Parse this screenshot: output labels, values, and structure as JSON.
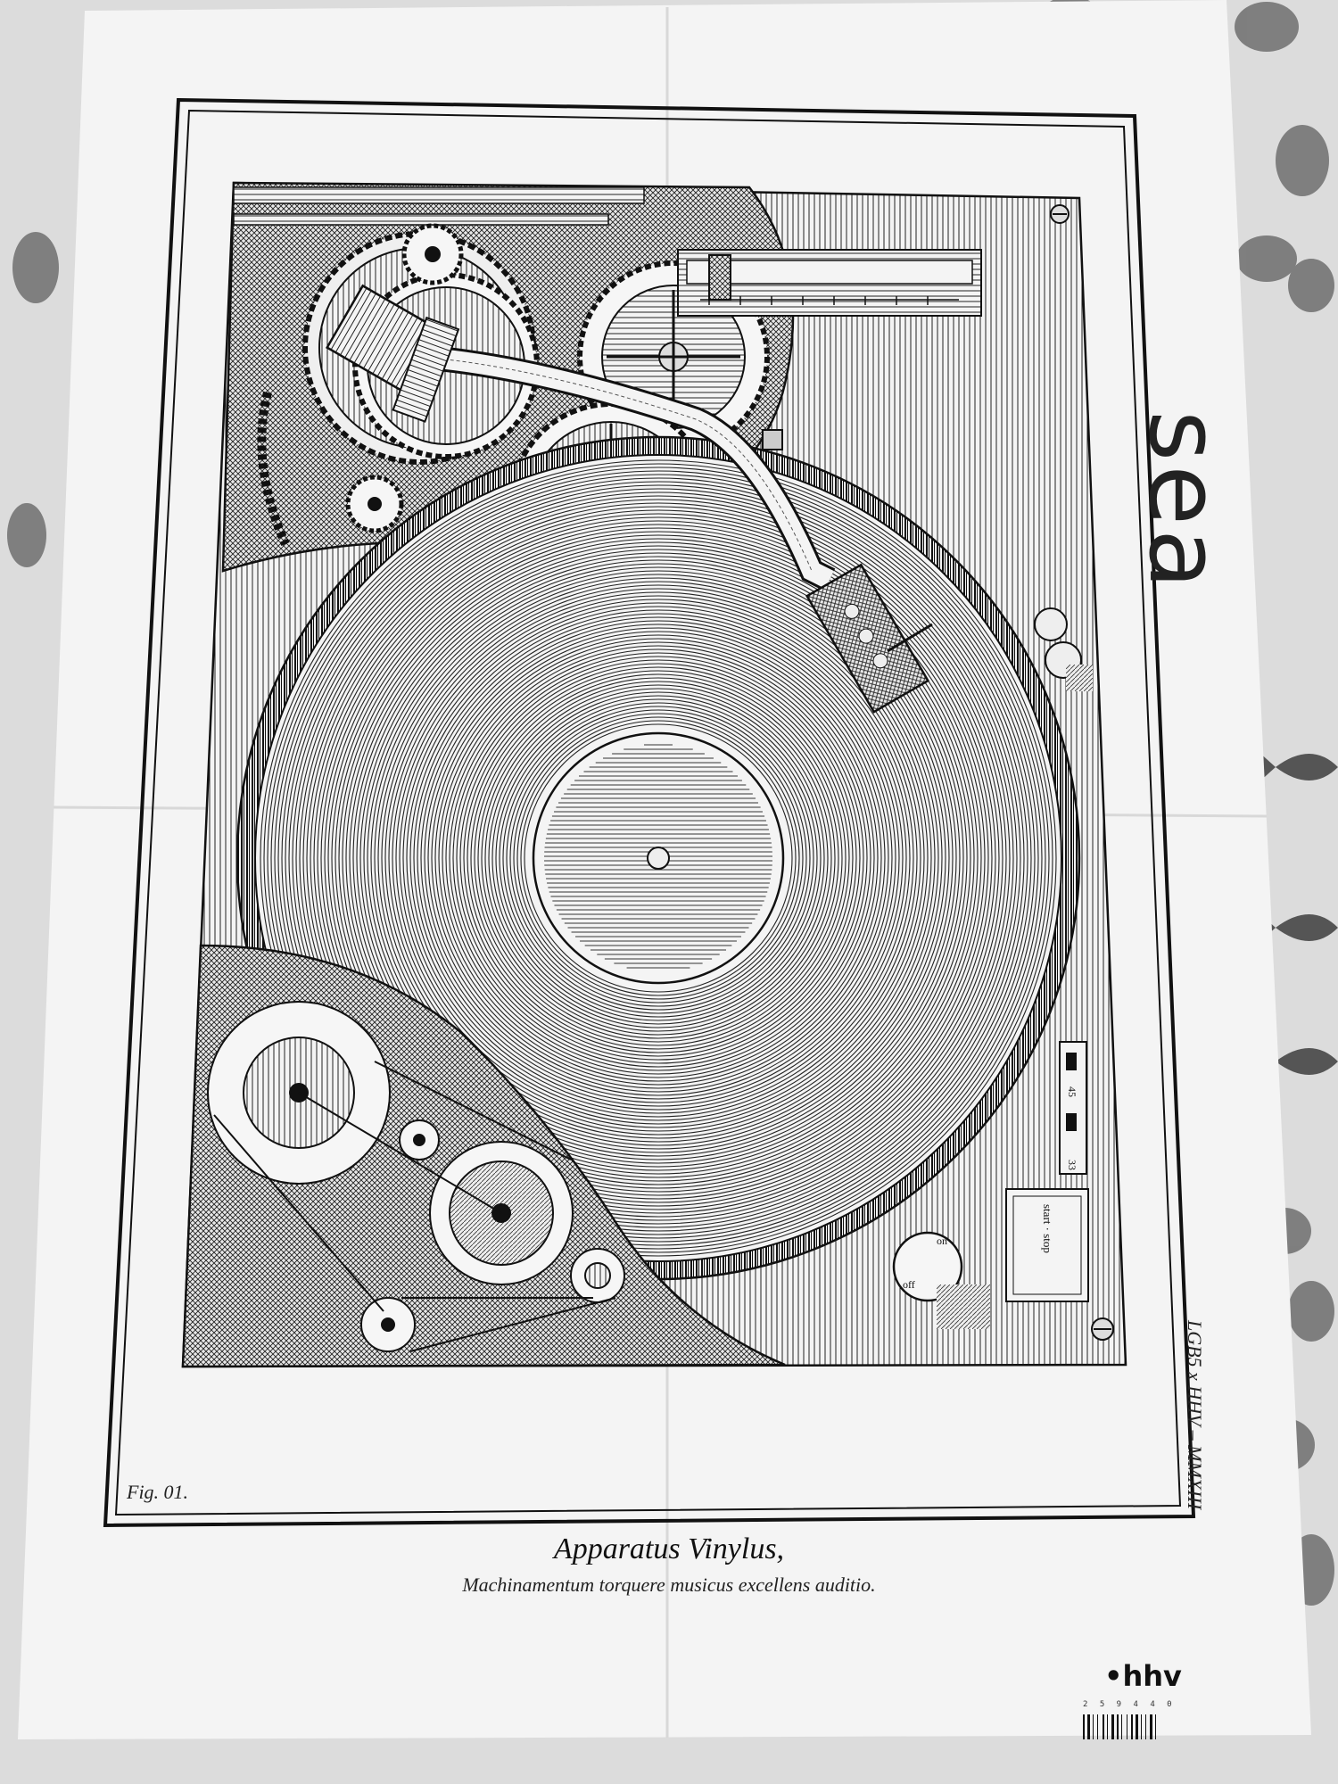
{
  "poster": {
    "figure_label": "Fig. 01.",
    "title": "Apparatus Vinylus,",
    "subtitle": "Machinamentum torquere musicus excellens auditio.",
    "side_credit": "LGB5 x HHV – MMXIII",
    "brand": "•hhv",
    "barcode_digits": "2 5 9 4 4 0"
  },
  "turntable": {
    "speed_33": "33",
    "speed_45": "45",
    "start_stop": "start · stop",
    "knob_on": "on",
    "knob_off": "off"
  },
  "background": {
    "cloth_word": "sea"
  },
  "colors": {
    "paper": "#f4f4f4",
    "ink": "#111111",
    "cloth": "#dcdcdc"
  }
}
